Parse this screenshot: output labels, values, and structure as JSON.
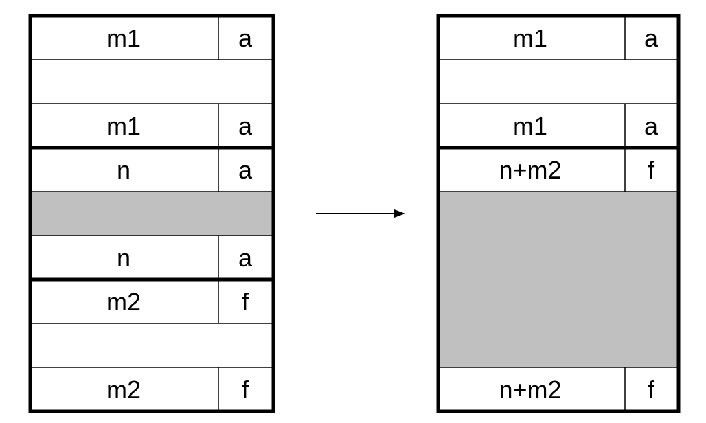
{
  "colors": {
    "line": "#000000",
    "fill_free": "#c0c0c0",
    "background": "#ffffff"
  },
  "before": {
    "rows": [
      {
        "size": "m1",
        "flag": "a"
      },
      {
        "size": "m1",
        "flag": "a"
      },
      {
        "size": "n",
        "flag": "a"
      },
      {
        "size": "n",
        "flag": "a"
      },
      {
        "size": "m2",
        "flag": "f"
      },
      {
        "size": "m2",
        "flag": "f"
      }
    ]
  },
  "after": {
    "rows": [
      {
        "size": "m1",
        "flag": "a"
      },
      {
        "size": "m1",
        "flag": "a"
      },
      {
        "size": "n+m2",
        "flag": "f"
      },
      {
        "size": "n+m2",
        "flag": "f"
      }
    ]
  },
  "arrow": {
    "icon": "right-arrow-icon"
  }
}
